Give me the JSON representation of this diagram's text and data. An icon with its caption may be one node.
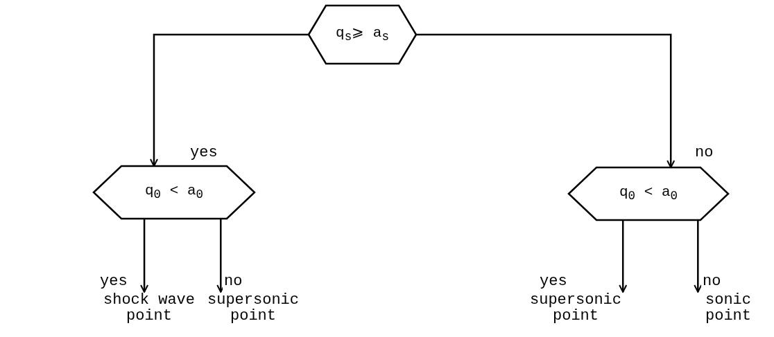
{
  "diagram": {
    "nodes": [
      {
        "text": [
          "q$_{s}$⩾ a$_{s}$"
        ]
      },
      {
        "text": [
          "q$_{0}$ <  a$_{0}$"
        ]
      },
      {
        "text": [
          "q$_{0}$ <  a$_{0}$"
        ]
      },
      {
        "text": [
          "shock wave point"
        ]
      },
      {
        "text": [
          "supersonic point"
        ]
      },
      {
        "text": [
          "supersonic point"
        ]
      },
      {
        "text": [
          "sonic point"
        ]
      }
    ],
    "edges": [
      {
        "from": 0,
        "to": 1,
        "arrow": "to",
        "label": "yes"
      },
      {
        "from": 0,
        "to": 2,
        "arrow": "to",
        "label": "no"
      },
      {
        "from": 1,
        "to": 3,
        "arrow": "to",
        "label": "yes"
      },
      {
        "from": 1,
        "to": 4,
        "arrow": "to",
        "label": "no"
      },
      {
        "from": 2,
        "to": 5,
        "arrow": "to",
        "label": "yes"
      },
      {
        "from": 2,
        "to": 6,
        "arrow": "to",
        "label": "no"
      }
    ]
  }
}
